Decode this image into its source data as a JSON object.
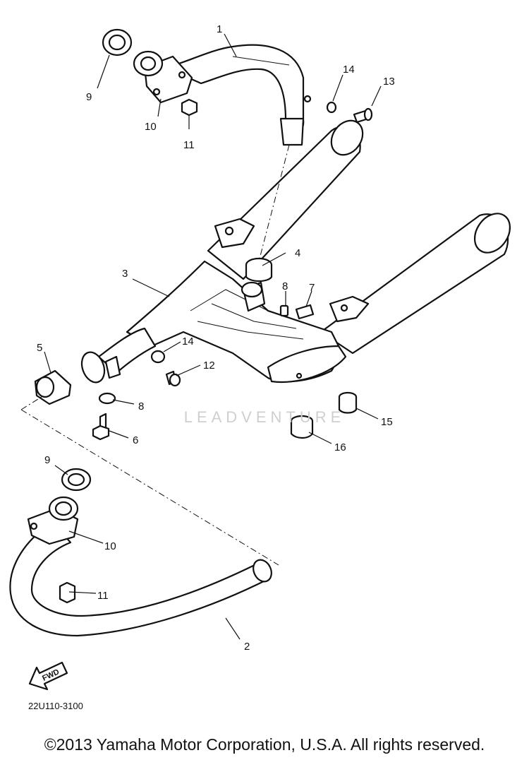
{
  "diagram": {
    "code": "22U110-3100",
    "fwd_label": "FWD",
    "watermark": "LEADVENTURE",
    "copyright": "©2013 Yamaha Motor Corporation, U.S.A. All rights reserved."
  },
  "callouts": {
    "c1": "1",
    "c2": "2",
    "c3": "3",
    "c4": "4",
    "c5": "5",
    "c6": "6",
    "c7": "7",
    "c8a": "8",
    "c8b": "8",
    "c9a": "9",
    "c9b": "9",
    "c10a": "10",
    "c10b": "10",
    "c11a": "11",
    "c11b": "11",
    "c12": "12",
    "c13": "13",
    "c14a": "14",
    "c14b": "14",
    "c15": "15",
    "c16": "16"
  }
}
